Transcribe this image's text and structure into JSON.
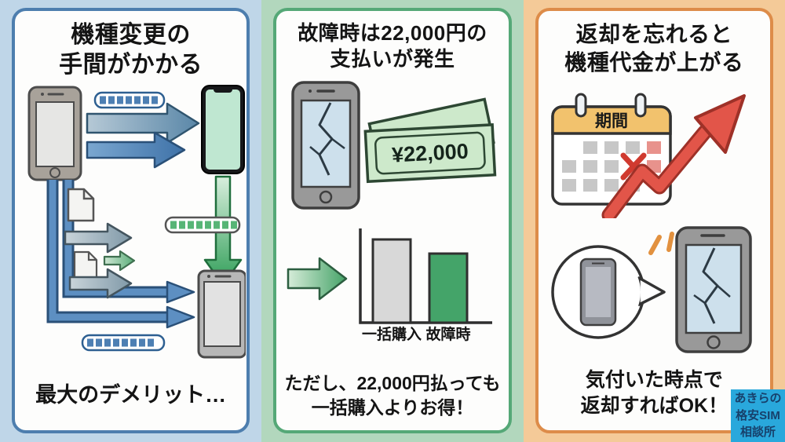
{
  "panels": [
    {
      "title": [
        "機種変更の",
        "手間がかかる"
      ],
      "footer": [
        "最大のデメリット…"
      ],
      "accent": "#4d7eae",
      "strip_bg": "#bfd6e8"
    },
    {
      "title": [
        "故障時は22,000円の",
        "支払いが発生"
      ],
      "money_label": "¥22,000",
      "chart_data": {
        "type": "bar",
        "categories": [
          "一括購入",
          "故障時"
        ],
        "values": [
          100,
          83
        ],
        "title": "",
        "xlabel": "",
        "ylabel": "",
        "legend": false,
        "bar_colors": [
          "#d8d8d8",
          "#44a469"
        ]
      },
      "footer": [
        "ただし、22,000円払っても",
        "一括購入よりお得！"
      ],
      "accent": "#55a877",
      "strip_bg": "#b2d7bd"
    },
    {
      "title": [
        "返却を忘れると",
        "機種代金が上がる"
      ],
      "calendar_label": "期間",
      "footer": [
        "気付いた時点で",
        "返却すればOK！"
      ],
      "accent": "#dd8c49",
      "strip_bg": "#f4ca98"
    }
  ],
  "badge": {
    "lines": [
      "あきらの",
      "格安SIM",
      "相談所"
    ],
    "bg": "#29a8dc",
    "text_color": "#17406b"
  }
}
